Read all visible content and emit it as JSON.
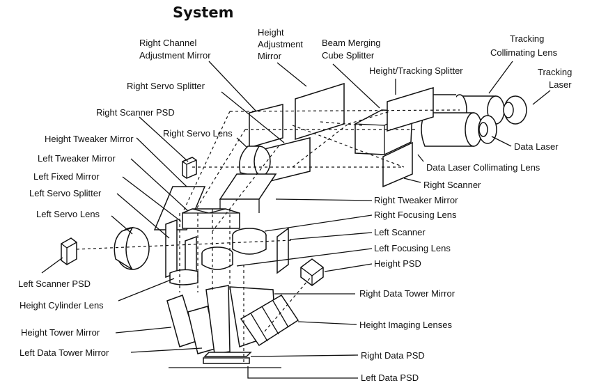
{
  "title": "System",
  "labels": {
    "right_channel_adjustment_mirror": [
      "Right Channel",
      "Adjustment Mirror"
    ],
    "height_adjustment_mirror": [
      "Height",
      "Adjustment",
      "Mirror"
    ],
    "beam_merging_cube_splitter": [
      "Beam Merging",
      "Cube Splitter"
    ],
    "tracking_collimating_lens": [
      "Tracking",
      "Collimating Lens"
    ],
    "tracking_laser": [
      "Tracking",
      "Laser"
    ],
    "height_tracking_splitter": "Height/Tracking Splitter",
    "right_servo_splitter": "Right Servo Splitter",
    "right_scanner_psd": "Right Scanner PSD",
    "right_servo_lens": "Right Servo Lens",
    "height_tweaker_mirror": "Height Tweaker Mirror",
    "left_tweaker_mirror": "Left Tweaker Mirror",
    "left_fixed_mirror": "Left Fixed Mirror",
    "left_servo_splitter": "Left Servo Splitter",
    "left_servo_lens": "Left Servo Lens",
    "left_scanner_psd": "Left Scanner PSD",
    "height_cylinder_lens": "Height Cylinder Lens",
    "height_tower_mirror": "Height Tower Mirror",
    "left_data_tower_mirror": "Left Data Tower Mirror",
    "data_laser": "Data Laser",
    "data_laser_collimating_lens": "Data Laser Collimating Lens",
    "right_scanner": "Right Scanner",
    "right_tweaker_mirror": "Right Tweaker Mirror",
    "right_focusing_lens": "Right Focusing Lens",
    "left_scanner": "Left Scanner",
    "left_focusing_lens": "Left Focusing Lens",
    "height_psd": "Height PSD",
    "right_data_tower_mirror": "Right Data Tower Mirror",
    "height_imaging_lenses": "Height Imaging Lenses",
    "right_data_psd": "Right Data PSD",
    "left_data_psd": "Left Data PSD"
  }
}
